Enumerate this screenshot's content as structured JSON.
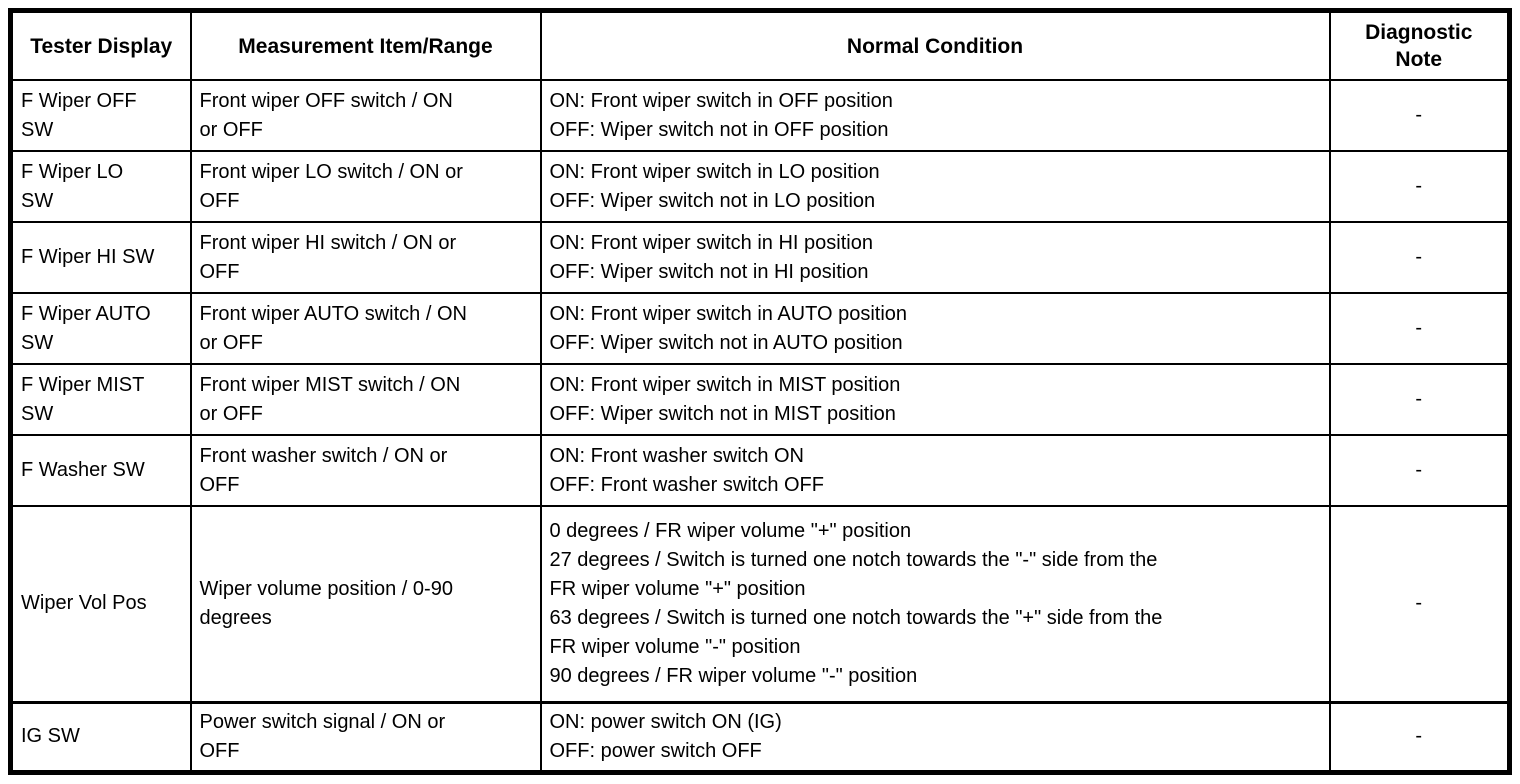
{
  "header": {
    "tester_display": "Tester Display",
    "measurement": "Measurement Item/Range",
    "normal_condition": "Normal Condition",
    "diagnostic_note": "Diagnostic\nNote"
  },
  "rows": [
    {
      "tester": "F Wiper OFF\nSW",
      "range": "Front wiper OFF switch / ON\nor OFF",
      "condition": "ON: Front wiper switch in OFF position\nOFF: Wiper switch not in OFF position",
      "note": "-"
    },
    {
      "tester": "F Wiper LO\nSW",
      "range": "Front wiper LO switch / ON or\nOFF",
      "condition": "ON: Front wiper switch in LO position\nOFF: Wiper switch not in LO position",
      "note": "-"
    },
    {
      "tester": "F Wiper HI SW",
      "range": "Front wiper HI switch / ON or\nOFF",
      "condition": "ON: Front wiper switch in HI position\nOFF: Wiper switch not in HI position",
      "note": "-"
    },
    {
      "tester": "F Wiper AUTO\nSW",
      "range": "Front wiper AUTO switch / ON\nor OFF",
      "condition": "ON: Front wiper switch in AUTO position\nOFF: Wiper switch not in AUTO position",
      "note": "-"
    },
    {
      "tester": "F Wiper MIST\nSW",
      "range": "Front wiper MIST switch / ON\nor OFF",
      "condition": "ON: Front wiper switch in MIST position\nOFF: Wiper switch not in MIST position",
      "note": "-"
    },
    {
      "tester": "F Washer SW",
      "range": "Front washer switch / ON or\nOFF",
      "condition": "ON: Front washer switch ON\nOFF: Front washer switch OFF",
      "note": "-"
    },
    {
      "tester": "Wiper Vol Pos",
      "range": "Wiper volume position / 0-90\ndegrees",
      "condition": "0 degrees / FR wiper volume \"+\" position\n27 degrees / Switch is turned one notch towards the \"-\" side from the\nFR wiper volume \"+\" position\n63 degrees / Switch is turned one notch towards the \"+\" side from the\nFR wiper volume \"-\" position\n90 degrees / FR wiper volume \"-\" position",
      "note": "-"
    },
    {
      "tester": "IG SW",
      "range": "Power switch signal / ON or\nOFF",
      "condition": "ON: power switch ON (IG)\nOFF: power switch OFF",
      "note": "-"
    }
  ]
}
